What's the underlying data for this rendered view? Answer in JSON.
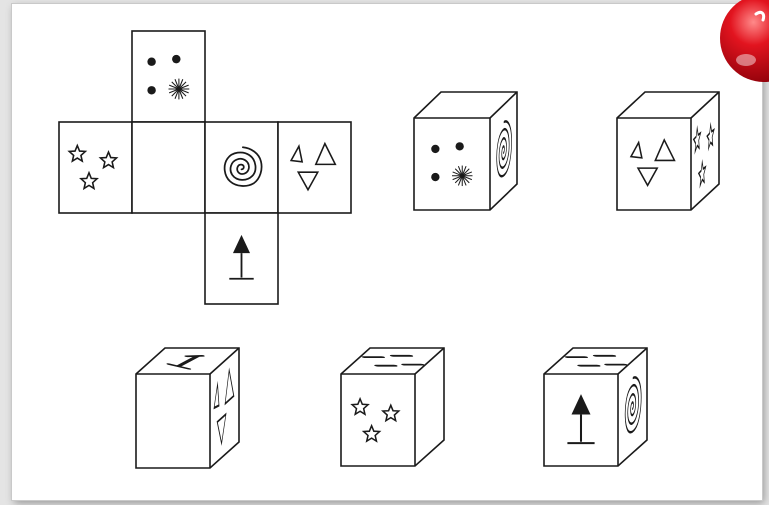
{
  "puzzle": {
    "net": {
      "faces": [
        {
          "id": "top",
          "symbol": "dots-and-starburst"
        },
        {
          "id": "left",
          "symbol": "three-stars"
        },
        {
          "id": "center",
          "symbol": "blank"
        },
        {
          "id": "front",
          "symbol": "spiral"
        },
        {
          "id": "right",
          "symbol": "three-triangles"
        },
        {
          "id": "bottom",
          "symbol": "arrow-on-stand"
        }
      ]
    },
    "options": [
      {
        "front": "dots-and-starburst",
        "side": "spiral"
      },
      {
        "front": "three-triangles",
        "side": "three-stars"
      },
      {
        "front": "blank",
        "side": "three-triangles",
        "top": "arrow-on-stand"
      },
      {
        "front": "three-stars",
        "top": "dots-and-starburst"
      },
      {
        "front": "arrow-on-stand",
        "side": "spiral",
        "top": "dots-and-starburst"
      }
    ]
  },
  "colors": {
    "line": "#1a1a1a",
    "badge": "#d10f1c",
    "background": "#ffffff"
  }
}
